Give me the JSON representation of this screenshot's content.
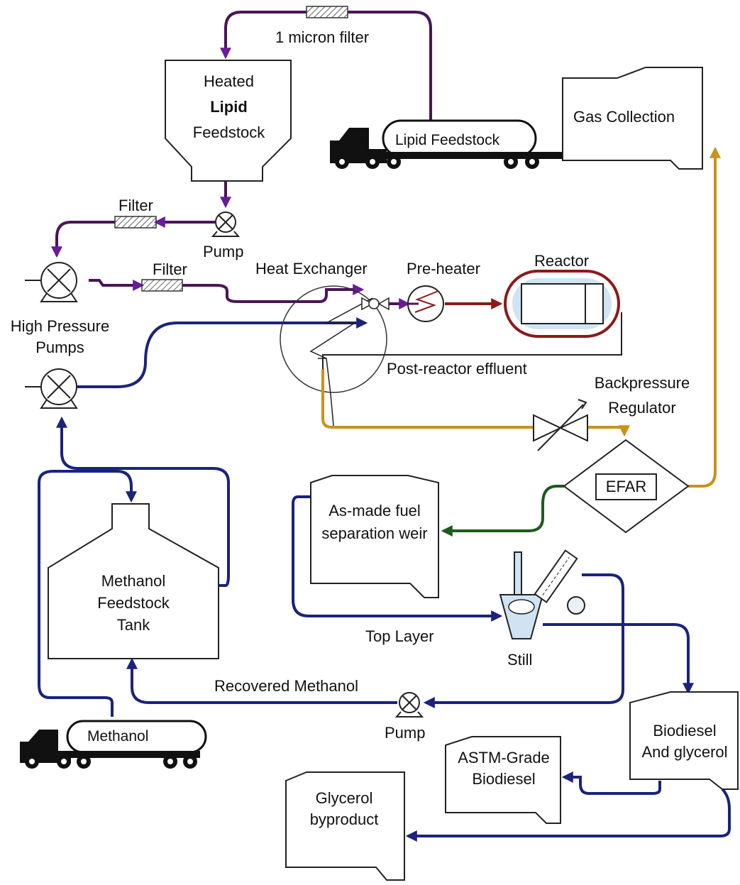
{
  "labels": {
    "micron_filter": "1 micron filter",
    "heated_l1": "Heated",
    "heated_l2": "Lipid",
    "heated_l3": "Feedstock",
    "lipid_truck": "Lipid Feedstock",
    "gas_collection": "Gas Collection",
    "filter_top": "Filter",
    "pump_top": "Pump",
    "filter_mid": "Filter",
    "heat_exchanger": "Heat Exchanger",
    "pre_heater": "Pre-heater",
    "reactor": "Reactor",
    "hp_pumps_l1": "High Pressure",
    "hp_pumps_l2": "Pumps",
    "post_reactor": "Post-reactor effluent",
    "backpressure_l1": "Backpressure",
    "backpressure_l2": "Regulator",
    "efar": "EFAR",
    "weir_l1": "As-made fuel",
    "weir_l2": "separation weir",
    "methanol_tank_l1": "Methanol",
    "methanol_tank_l2": "Feedstock",
    "methanol_tank_l3": "Tank",
    "top_layer": "Top Layer",
    "still": "Still",
    "recovered_methanol": "Recovered Methanol",
    "pump_bottom": "Pump",
    "methanol_truck": "Methanol",
    "biodiesel_glycerol_l1": "Biodiesel",
    "biodiesel_glycerol_l2": "And glycerol",
    "astm_l1": "ASTM-Grade",
    "astm_l2": "Biodiesel",
    "glycerol_l1": "Glycerol",
    "glycerol_l2": "byproduct"
  },
  "colors": {
    "lipid_line": "#4b1458",
    "methanol_line": "#1a237e",
    "reactor_line": "#8b1a1a",
    "effluent_line": "#c8921c",
    "product_line": "#1e5a1e",
    "outline": "#222222",
    "arrow_purple": "#6a1b9a"
  }
}
